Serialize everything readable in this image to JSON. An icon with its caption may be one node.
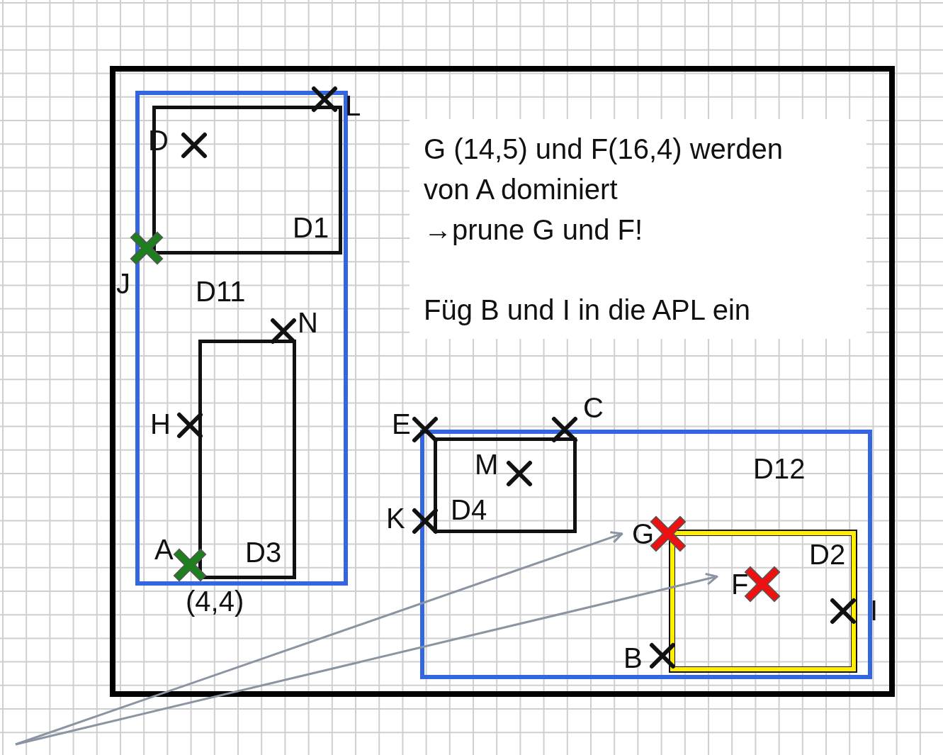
{
  "diagram": {
    "nodes": [
      {
        "text": [],
        "shape": "box"
      },
      {
        "text": [
          "D11"
        ],
        "in": 0
      },
      {
        "text": [
          "D1"
        ],
        "in": 1
      },
      {
        "text": [
          "D3"
        ],
        "in": 1
      },
      {
        "text": [
          "D12"
        ],
        "in": 0
      },
      {
        "text": [
          "D4"
        ],
        "in": 4
      },
      {
        "text": [
          "D2"
        ],
        "in": 4
      },
      {
        "text": [
          "G (14,5) und F(16,4) werden von A dominiert",
          "→prune G und F!",
          "Füg B und I in die APL ein"
        ],
        "in": 0
      },
      {
        "text": [
          "G"
        ],
        "in": 4
      },
      {
        "text": [
          "F"
        ],
        "in": 6
      }
    ],
    "edges": [
      {
        "from": null,
        "to": 8,
        "arrow": "to"
      },
      {
        "from": null,
        "to": 9,
        "arrow": "to"
      }
    ],
    "labels": [
      "L",
      "D",
      "J",
      "N",
      "H",
      "A",
      "(4,4)",
      "E",
      "C",
      "M",
      "K",
      "B",
      "I"
    ]
  }
}
